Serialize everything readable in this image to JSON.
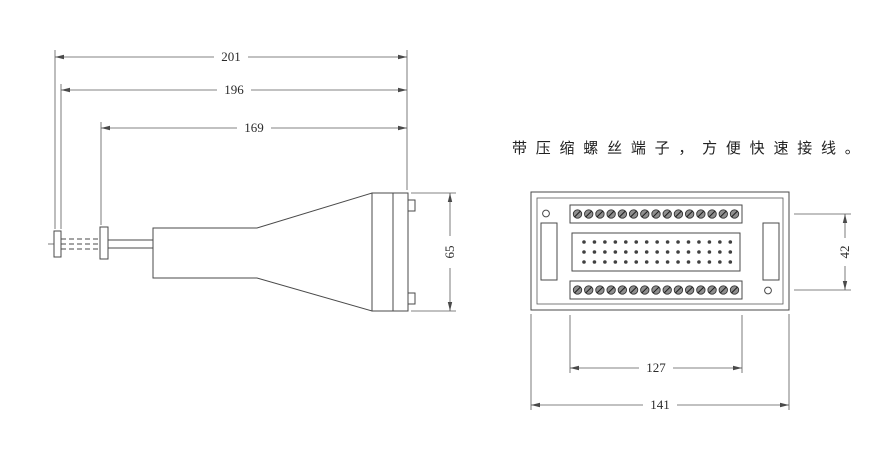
{
  "annotation": {
    "text": "带 压 缩 螺 丝 端 子 ， 方 便 快 速 接 线 。"
  },
  "side_view": {
    "dims": {
      "overall_length": "201",
      "body_length": "196",
      "cable_to_end": "169",
      "plate_height": "65"
    }
  },
  "front_view": {
    "dims": {
      "terminal_span": "127",
      "overall_width": "141",
      "row_spacing": "42"
    },
    "terminal_count": 15,
    "pin_rows": 3,
    "pin_cols": 15
  },
  "colors": {
    "line": "#4a4a4a",
    "text": "#2b2b2b",
    "terminal_fill": "#8f8f8f"
  }
}
